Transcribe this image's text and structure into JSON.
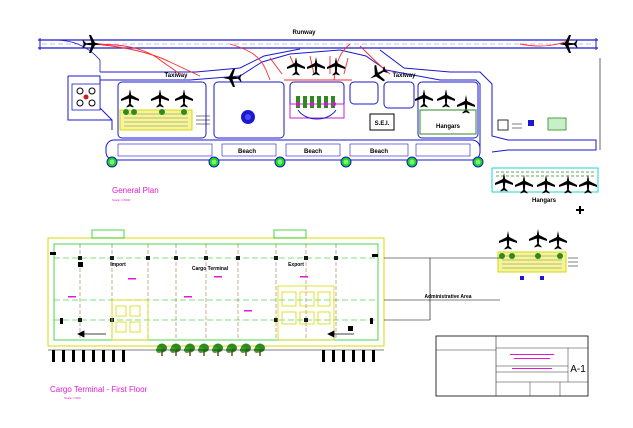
{
  "general_plan": {
    "title": "General Plan",
    "scale": "Scale: 1:5000",
    "labels": {
      "runway": "Runway",
      "taxiway_left": "Taxiway",
      "taxiway_right": "Taxiway",
      "beach_1": "Beach",
      "beach_2": "Beach",
      "beach_3": "Beach",
      "hangars_main": "Hangars",
      "sei": "S.E.I.",
      "hangars_side": "Hangars"
    }
  },
  "cargo_terminal": {
    "title": "Cargo Terminal - First Floor",
    "scale": "Scale: 1:500",
    "labels": {
      "import": "Import",
      "cargo_terminal": "Cargo Terminal",
      "export": "Export",
      "administrative_area": "Administrative Area"
    }
  },
  "title_block": {
    "sheet_number": "A-1"
  },
  "colors": {
    "runway": "#1a1acc",
    "taxi_lines": "#ff2a2a",
    "building": "#d9d900",
    "grid": "#00c400",
    "title_magenta": "#e01ad2",
    "trees": "#2e8a1e",
    "flowers": "#c81ec8"
  }
}
